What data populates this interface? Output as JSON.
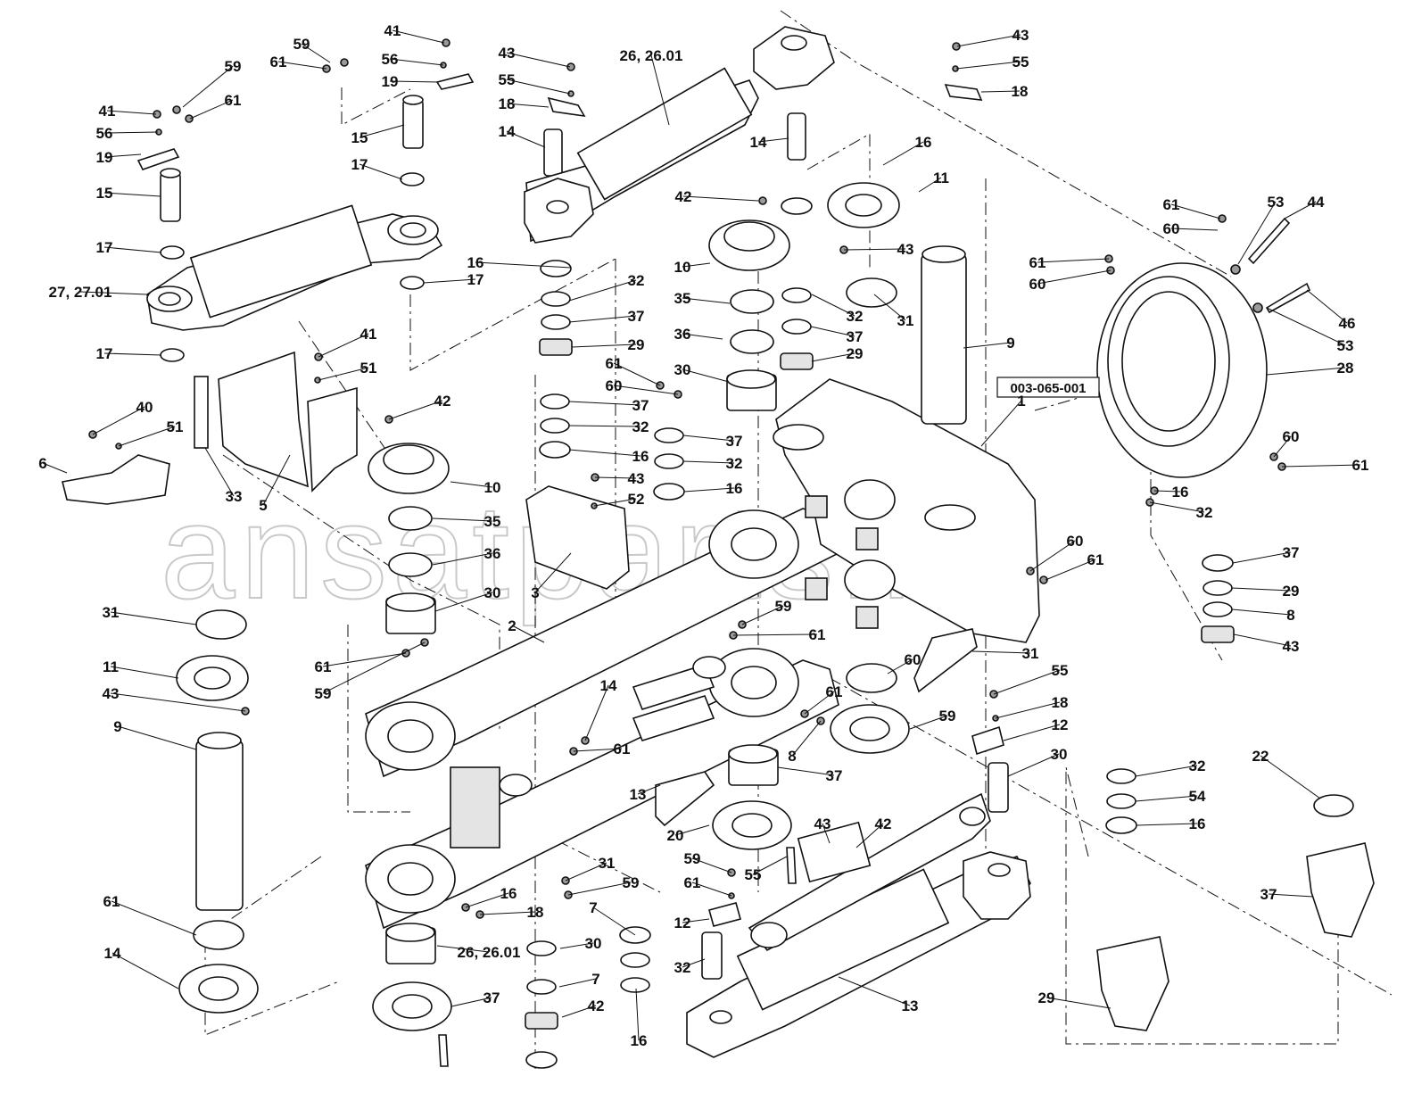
{
  "watermark": "ansatparts.ru",
  "drawing_reference": "003-065-001",
  "colors": {
    "line": "#111111",
    "watermark": "#c9c9c9",
    "fill_light": "#e4e4e4",
    "fill_dark": "#9a9a9a"
  },
  "callouts": [
    {
      "id": "c01",
      "text": "41"
    },
    {
      "id": "c02",
      "text": "59"
    },
    {
      "id": "c03",
      "text": "61"
    },
    {
      "id": "c04",
      "text": "56"
    },
    {
      "id": "c05",
      "text": "19"
    },
    {
      "id": "c06",
      "text": "15"
    },
    {
      "id": "c07",
      "text": "17"
    },
    {
      "id": "c08",
      "text": "43"
    },
    {
      "id": "c09",
      "text": "55"
    },
    {
      "id": "c10",
      "text": "18"
    },
    {
      "id": "c11",
      "text": "14"
    },
    {
      "id": "c12",
      "text": "26, 26.01"
    },
    {
      "id": "c13",
      "text": "43"
    },
    {
      "id": "c14",
      "text": "55"
    },
    {
      "id": "c15",
      "text": "18"
    },
    {
      "id": "c16",
      "text": "59"
    },
    {
      "id": "c17",
      "text": "61"
    },
    {
      "id": "c18",
      "text": "41"
    },
    {
      "id": "c19",
      "text": "56"
    },
    {
      "id": "c20",
      "text": "19"
    },
    {
      "id": "c21",
      "text": "15"
    },
    {
      "id": "c22",
      "text": "17"
    },
    {
      "id": "c23",
      "text": "27, 27.01"
    },
    {
      "id": "c24",
      "text": "17"
    },
    {
      "id": "c25",
      "text": "17"
    },
    {
      "id": "c26",
      "text": "14"
    },
    {
      "id": "c27",
      "text": "16"
    },
    {
      "id": "c28",
      "text": "11"
    },
    {
      "id": "c29",
      "text": "42"
    },
    {
      "id": "c30",
      "text": "43"
    },
    {
      "id": "c31",
      "text": "10"
    },
    {
      "id": "c32",
      "text": "16"
    },
    {
      "id": "c33",
      "text": "32"
    },
    {
      "id": "c34",
      "text": "37"
    },
    {
      "id": "c35",
      "text": "29"
    },
    {
      "id": "c36",
      "text": "35"
    },
    {
      "id": "c37",
      "text": "36"
    },
    {
      "id": "c38",
      "text": "32"
    },
    {
      "id": "c39",
      "text": "31"
    },
    {
      "id": "c40",
      "text": "37"
    },
    {
      "id": "c41",
      "text": "29"
    },
    {
      "id": "c42",
      "text": "9"
    },
    {
      "id": "c43",
      "text": "61"
    },
    {
      "id": "c44",
      "text": "60"
    },
    {
      "id": "c45",
      "text": "53"
    },
    {
      "id": "c46",
      "text": "44"
    },
    {
      "id": "c47",
      "text": "61"
    },
    {
      "id": "c48",
      "text": "60"
    },
    {
      "id": "c49",
      "text": "46"
    },
    {
      "id": "c50",
      "text": "53"
    },
    {
      "id": "c51",
      "text": "28"
    },
    {
      "id": "c52",
      "text": "41"
    },
    {
      "id": "c53",
      "text": "51"
    },
    {
      "id": "c54",
      "text": "42"
    },
    {
      "id": "c55",
      "text": "61"
    },
    {
      "id": "c56",
      "text": "60"
    },
    {
      "id": "c57",
      "text": "30"
    },
    {
      "id": "c58",
      "text": "37"
    },
    {
      "id": "c59",
      "text": "32"
    },
    {
      "id": "c60",
      "text": "16"
    },
    {
      "id": "c61",
      "text": "37"
    },
    {
      "id": "c62",
      "text": "32"
    },
    {
      "id": "c63",
      "text": "16"
    },
    {
      "id": "c64",
      "text": "1"
    },
    {
      "id": "c65",
      "text": "40"
    },
    {
      "id": "c66",
      "text": "51"
    },
    {
      "id": "c67",
      "text": "6"
    },
    {
      "id": "c68",
      "text": "33"
    },
    {
      "id": "c69",
      "text": "5"
    },
    {
      "id": "c70",
      "text": "10"
    },
    {
      "id": "c71",
      "text": "43"
    },
    {
      "id": "c72",
      "text": "52"
    },
    {
      "id": "c73",
      "text": "35"
    },
    {
      "id": "c74",
      "text": "3"
    },
    {
      "id": "c75",
      "text": "36"
    },
    {
      "id": "c76",
      "text": "60"
    },
    {
      "id": "c77",
      "text": "61"
    },
    {
      "id": "c78",
      "text": "30"
    },
    {
      "id": "c79",
      "text": "2"
    },
    {
      "id": "c80",
      "text": "59"
    },
    {
      "id": "c81",
      "text": "61"
    },
    {
      "id": "c82",
      "text": "31"
    },
    {
      "id": "c83",
      "text": "61"
    },
    {
      "id": "c84",
      "text": "59"
    },
    {
      "id": "c85",
      "text": "11"
    },
    {
      "id": "c86",
      "text": "43"
    },
    {
      "id": "c87",
      "text": "9"
    },
    {
      "id": "c88",
      "text": "60"
    },
    {
      "id": "c89",
      "text": "61"
    },
    {
      "id": "c90",
      "text": "16"
    },
    {
      "id": "c91",
      "text": "32"
    },
    {
      "id": "c92",
      "text": "37"
    },
    {
      "id": "c93",
      "text": "29"
    },
    {
      "id": "c94",
      "text": "8"
    },
    {
      "id": "c95",
      "text": "43"
    },
    {
      "id": "c96",
      "text": "31"
    },
    {
      "id": "c97",
      "text": "55"
    },
    {
      "id": "c98",
      "text": "18"
    },
    {
      "id": "c99",
      "text": "12"
    },
    {
      "id": "c100",
      "text": "60"
    },
    {
      "id": "c101",
      "text": "59"
    },
    {
      "id": "c102",
      "text": "61"
    },
    {
      "id": "c103",
      "text": "14"
    },
    {
      "id": "c104",
      "text": "61"
    },
    {
      "id": "c105",
      "text": "30"
    },
    {
      "id": "c106",
      "text": "8"
    },
    {
      "id": "c107",
      "text": "37"
    },
    {
      "id": "c108",
      "text": "32"
    },
    {
      "id": "c109",
      "text": "54"
    },
    {
      "id": "c110",
      "text": "16"
    },
    {
      "id": "c111",
      "text": "13"
    },
    {
      "id": "c112",
      "text": "22"
    },
    {
      "id": "c113",
      "text": "20"
    },
    {
      "id": "c114",
      "text": "43"
    },
    {
      "id": "c115",
      "text": "42"
    },
    {
      "id": "c116",
      "text": "59"
    },
    {
      "id": "c117",
      "text": "61"
    },
    {
      "id": "c118",
      "text": "55"
    },
    {
      "id": "c119",
      "text": "31"
    },
    {
      "id": "c120",
      "text": "59"
    },
    {
      "id": "c121",
      "text": "61"
    },
    {
      "id": "c122",
      "text": "16"
    },
    {
      "id": "c123",
      "text": "18"
    },
    {
      "id": "c124",
      "text": "7"
    },
    {
      "id": "c125",
      "text": "12"
    },
    {
      "id": "c126",
      "text": "37"
    },
    {
      "id": "c127",
      "text": "14"
    },
    {
      "id": "c128",
      "text": "30"
    },
    {
      "id": "c129",
      "text": "32"
    },
    {
      "id": "c130",
      "text": "26, 26.01"
    },
    {
      "id": "c131",
      "text": "7"
    },
    {
      "id": "c132",
      "text": "13"
    },
    {
      "id": "c133",
      "text": "29"
    },
    {
      "id": "c134",
      "text": "37"
    },
    {
      "id": "c135",
      "text": "42"
    },
    {
      "id": "c136",
      "text": "16"
    }
  ]
}
